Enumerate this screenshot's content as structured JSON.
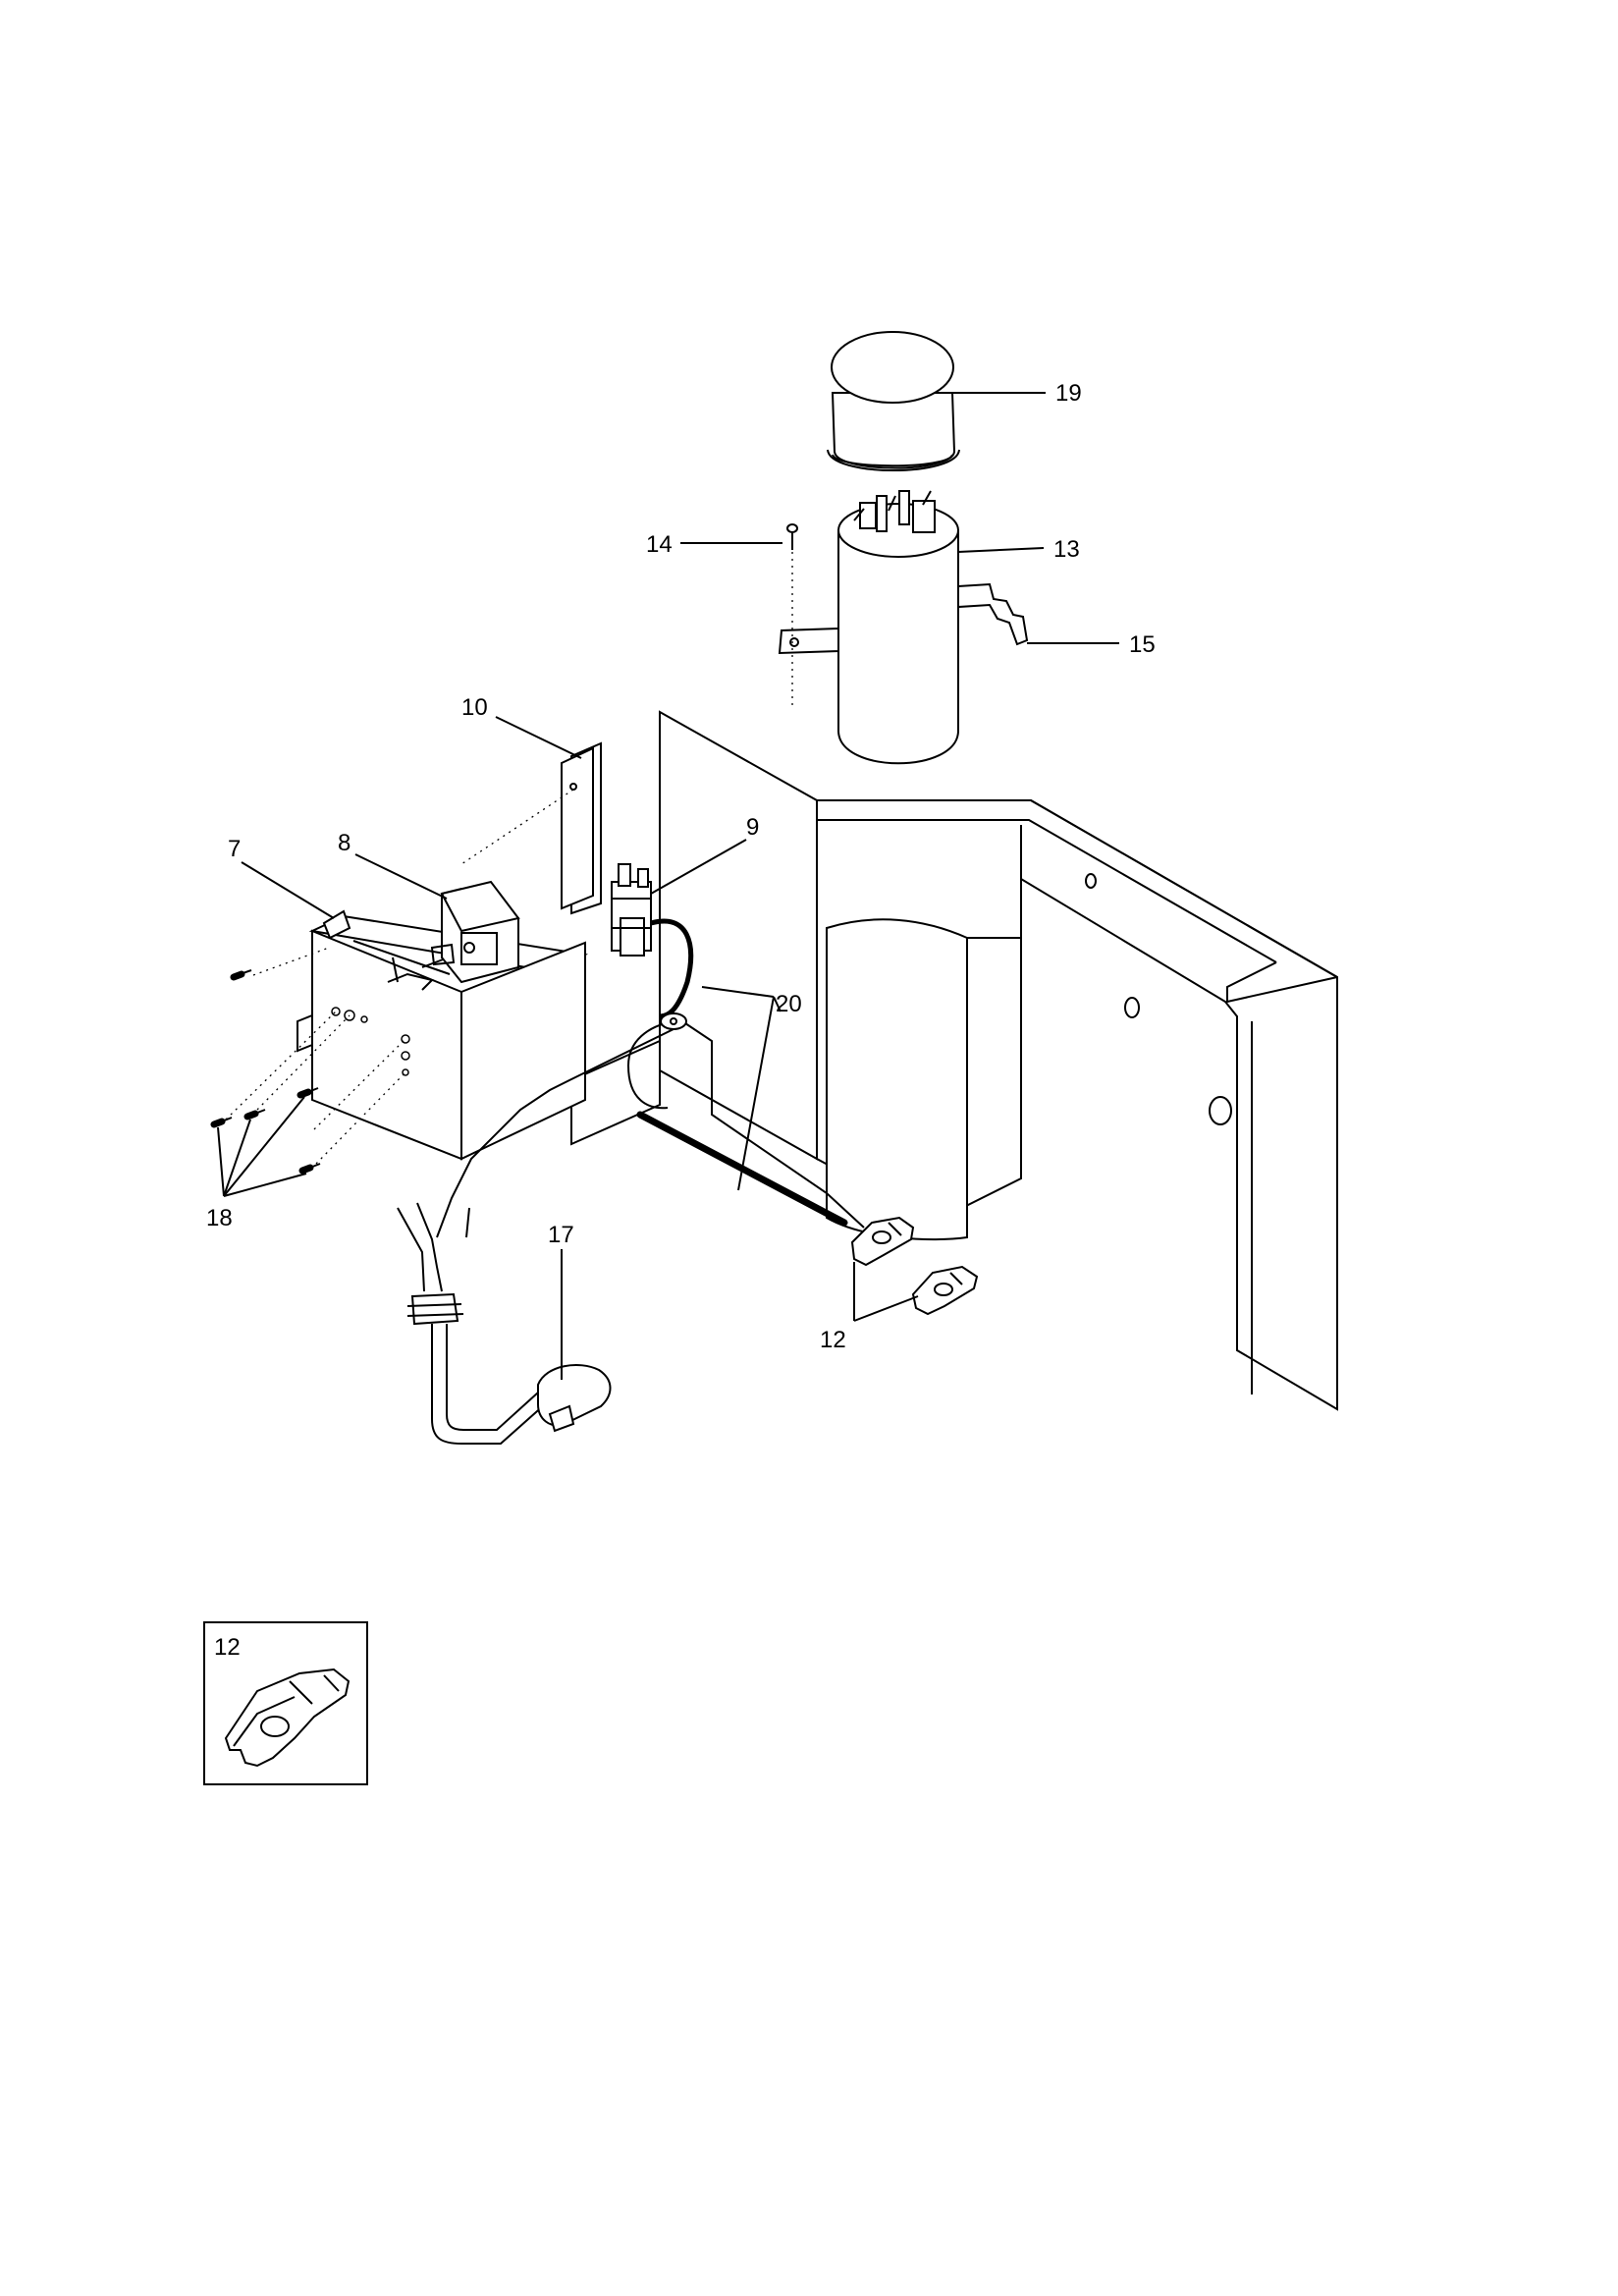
{
  "callouts": {
    "c7": "7",
    "c8": "8",
    "c9": "9",
    "c10": "10",
    "c12": "12",
    "c13": "13",
    "c14": "14",
    "c15": "15",
    "c17": "17",
    "c18": "18",
    "c19": "19",
    "c20": "20"
  },
  "inset": {
    "label": "12"
  }
}
